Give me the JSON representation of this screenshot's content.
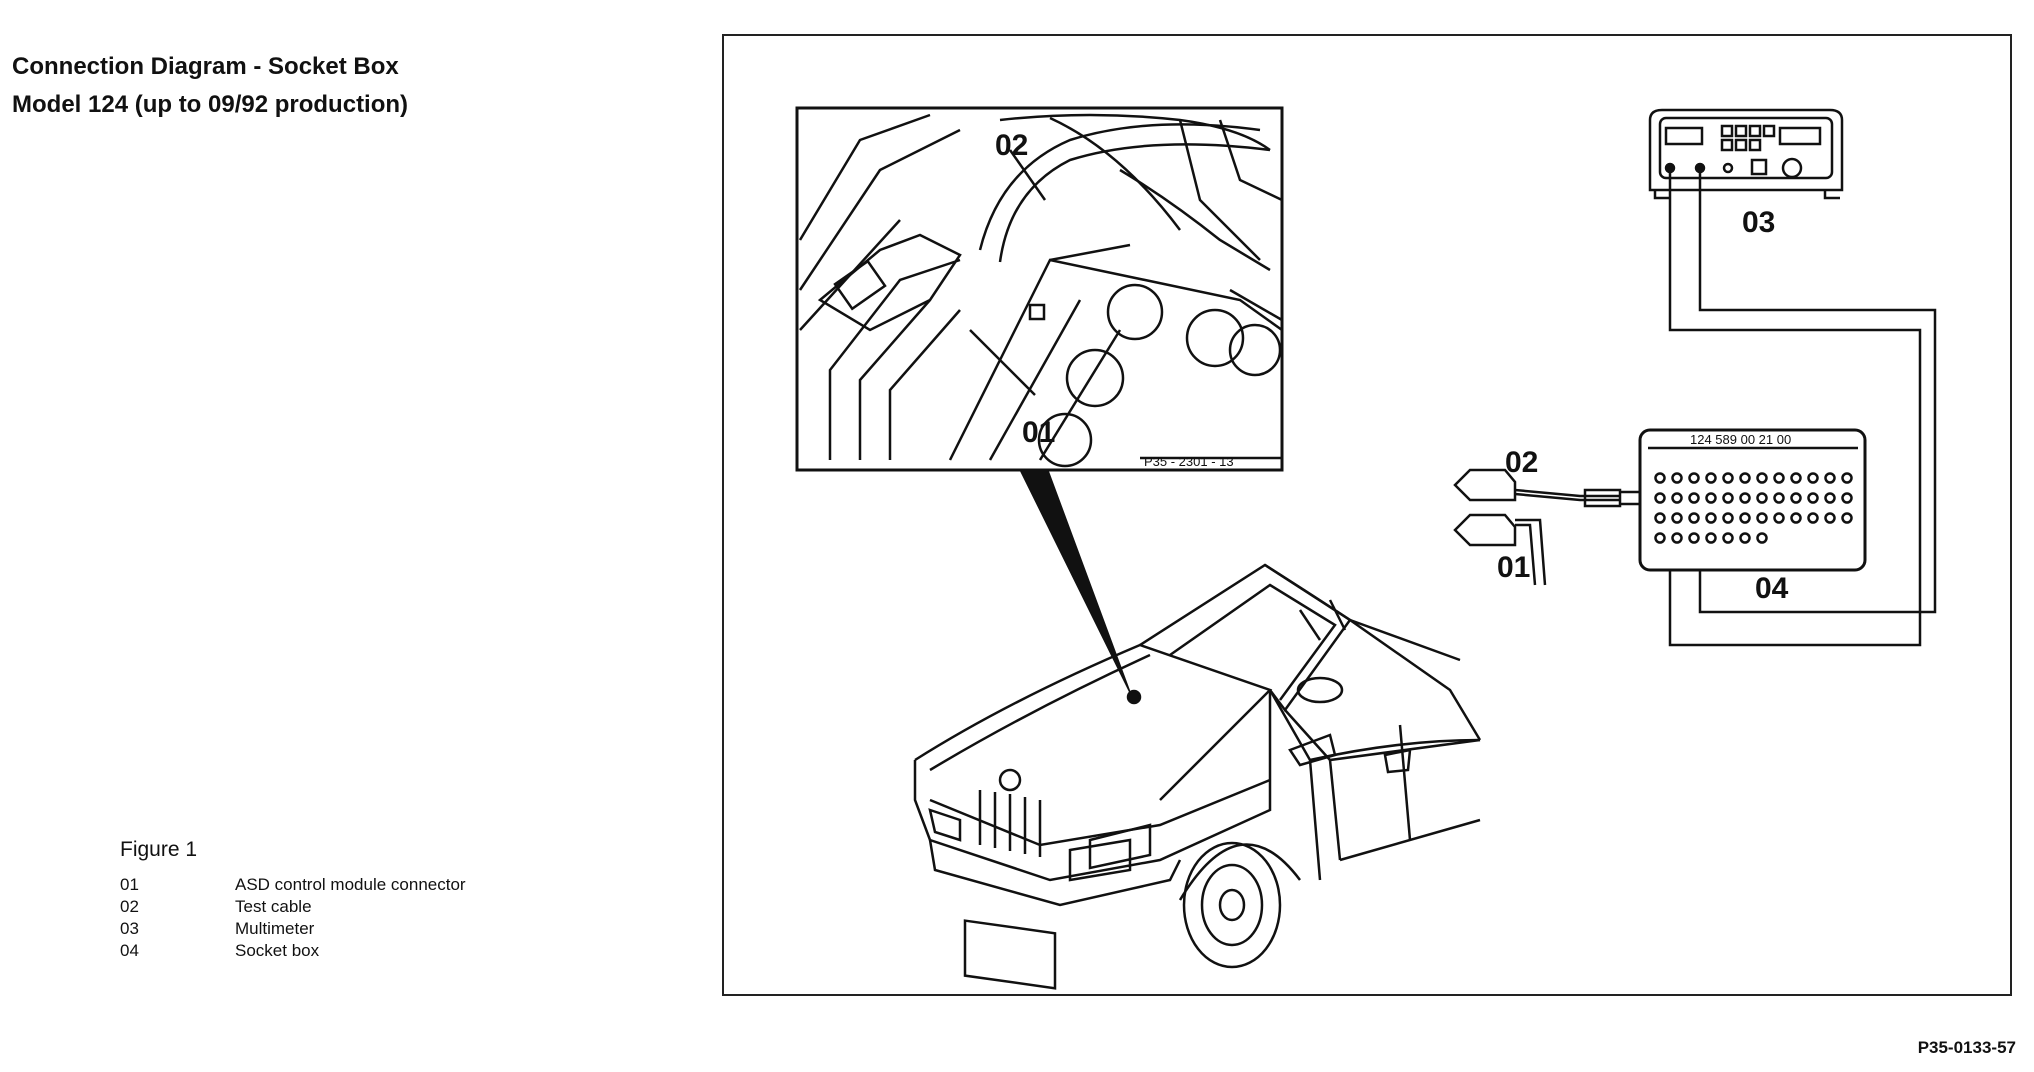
{
  "title": {
    "line1": "Connection Diagram - Socket Box",
    "line2": "Model 124 (up to 09/92 production)"
  },
  "legend": {
    "figure": "Figure 1",
    "items": [
      {
        "num": "01",
        "label": "ASD control module connector"
      },
      {
        "num": "02",
        "label": "Test cable"
      },
      {
        "num": "03",
        "label": "Multimeter"
      },
      {
        "num": "04",
        "label": "Socket box"
      }
    ]
  },
  "callouts": {
    "inset_02": "02",
    "inset_01": "01",
    "inset_code": "P35 - 2301 - 13",
    "multimeter": "03",
    "cable": "02",
    "connector": "01",
    "socket_box": "04",
    "socket_box_part": "124 589 00 21 00"
  },
  "figure_code": "P35-0133-57"
}
